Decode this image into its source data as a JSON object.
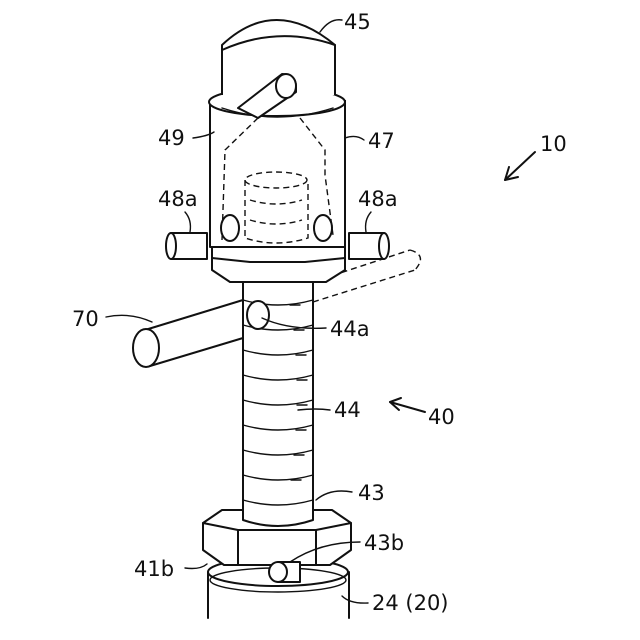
{
  "labels": {
    "l10": "10",
    "l45": "45",
    "l49": "49",
    "l47": "47",
    "l48a_left": "48a",
    "l48a_right": "48a",
    "l70": "70",
    "l44a": "44a",
    "l44": "44",
    "l40": "40",
    "l43": "43",
    "l43b": "43b",
    "l41b": "41b",
    "l24": "24 (20)"
  }
}
